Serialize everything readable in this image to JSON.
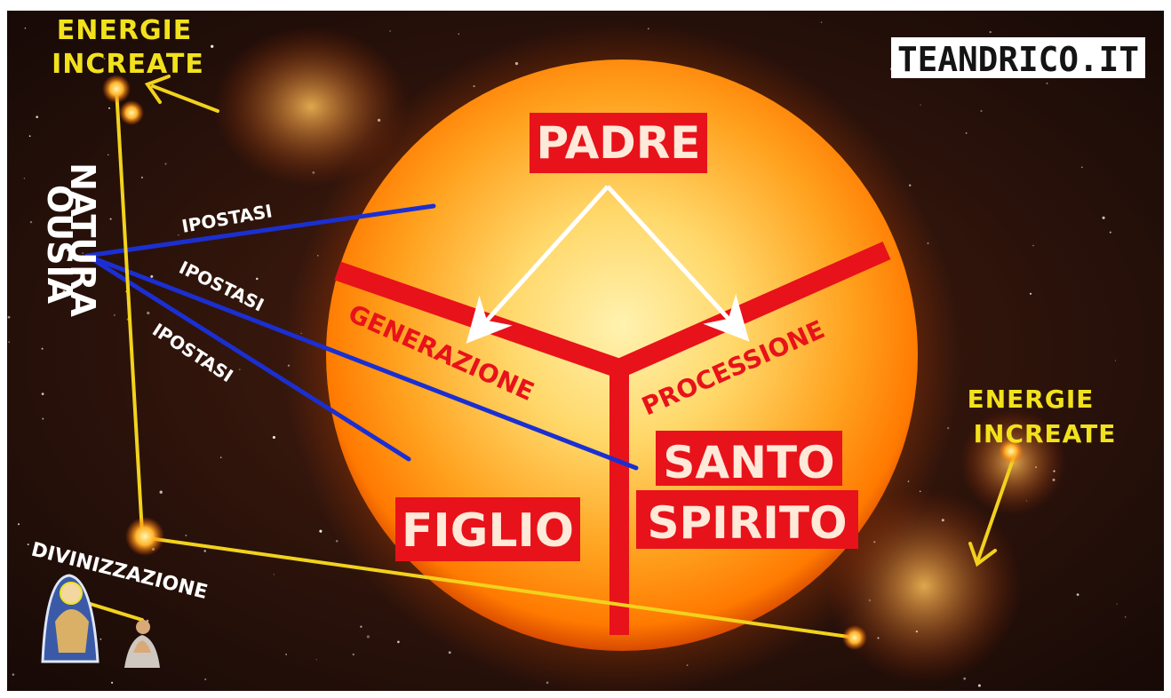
{
  "logo": {
    "text": "TEANDRICO.IT"
  },
  "labels": {
    "energie_top_line1": "ENERGIE",
    "energie_top_line2": "INCREATE",
    "energie_right_line1": "ENERGIE",
    "energie_right_line2": "INCREATE",
    "ousia": "OUSIA",
    "natura": "NATURA",
    "ipostasi_1": "IPOSTASI",
    "ipostasi_2": "IPOSTASI",
    "ipostasi_3": "IPOSTASI",
    "padre": "PADRE",
    "generazione": "GENERAZIONE",
    "processione": "PROCESSIONE",
    "figlio": "FIGLIO",
    "santo": "SANTO",
    "spirito": "SPIRITO",
    "divinizzazione": "DIVINIZZAZIONE"
  },
  "colors": {
    "sun_core": "#ffd36a",
    "sun_edge": "#ff7a00",
    "space": "#1a0c08",
    "y_shape": "#e8121a",
    "ipostasi_line": "#1b2fd1",
    "energy_line": "#f2d21d",
    "arrow_white": "#ffffff"
  }
}
